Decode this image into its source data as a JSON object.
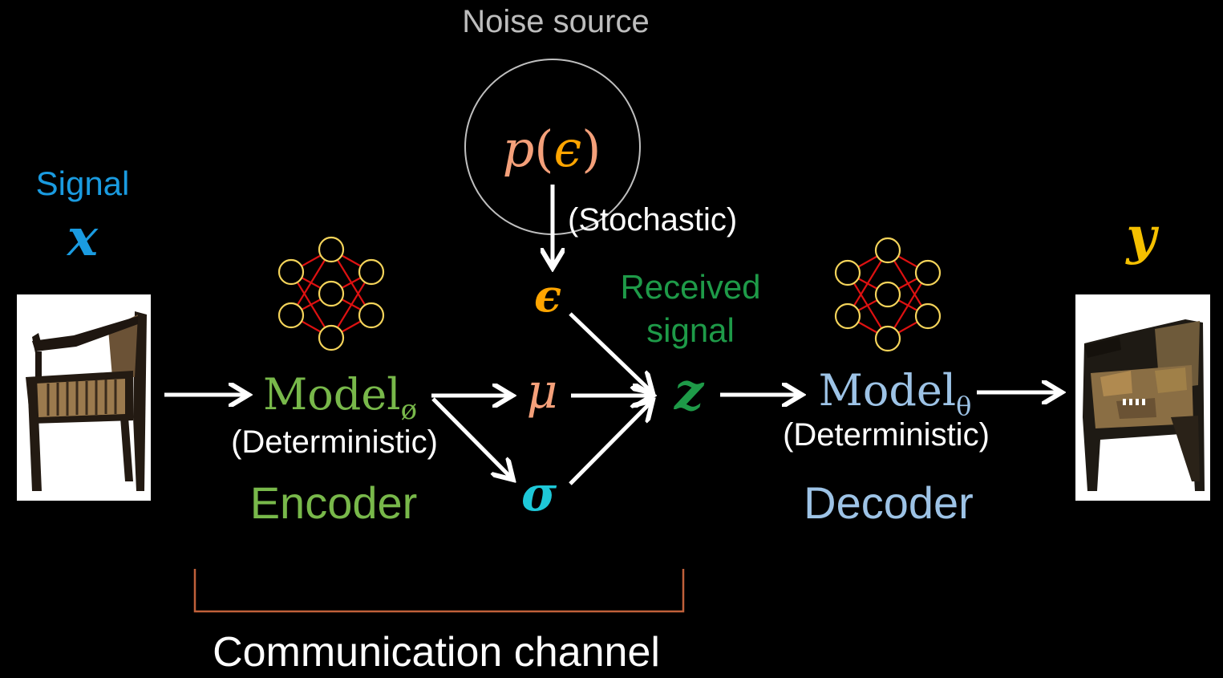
{
  "noise": {
    "title": "Noise source",
    "formula": "p(ϵ)",
    "formula_p": "p",
    "formula_open": "(",
    "formula_eps": "ϵ",
    "formula_close": ")",
    "stochastic_label": "(Stochastic)"
  },
  "signal": {
    "label": "Signal",
    "symbol": "x"
  },
  "output": {
    "symbol": "y"
  },
  "encoder": {
    "model_text": "Model",
    "model_subscript": "ø",
    "mode": "(Deterministic)",
    "title": "Encoder"
  },
  "decoder": {
    "model_text": "Model",
    "model_subscript": "θ",
    "mode": "(Deterministic)",
    "title": "Decoder"
  },
  "latent": {
    "epsilon": "ϵ",
    "mu": "μ",
    "sigma": "σ",
    "z": "z",
    "received_line1": "Received",
    "received_line2": "signal"
  },
  "channel": {
    "label": "Communication channel"
  },
  "colors": {
    "background": "#000000",
    "signal": "#1a9be0",
    "encoder": "#78b84a",
    "decoder": "#9dc3e6",
    "received": "#1e9a48",
    "z": "#1e9a48",
    "epsilon": "#ffa500",
    "mu": "#f4a07a",
    "sigma": "#1ec8d8",
    "formula_p": "#f4a07a",
    "output_y": "#f5c000",
    "noise_title": "#bdbdbd",
    "bracket": "#c0603a",
    "arrow": "#ffffff",
    "nn_node": "#f3d35a",
    "nn_edge": "#dd1111"
  },
  "icons": {
    "encoder_network": "neural-network-icon",
    "decoder_network": "neural-network-icon",
    "input_image": "armchair-image",
    "output_image": "reconstructed-armchair-image"
  }
}
